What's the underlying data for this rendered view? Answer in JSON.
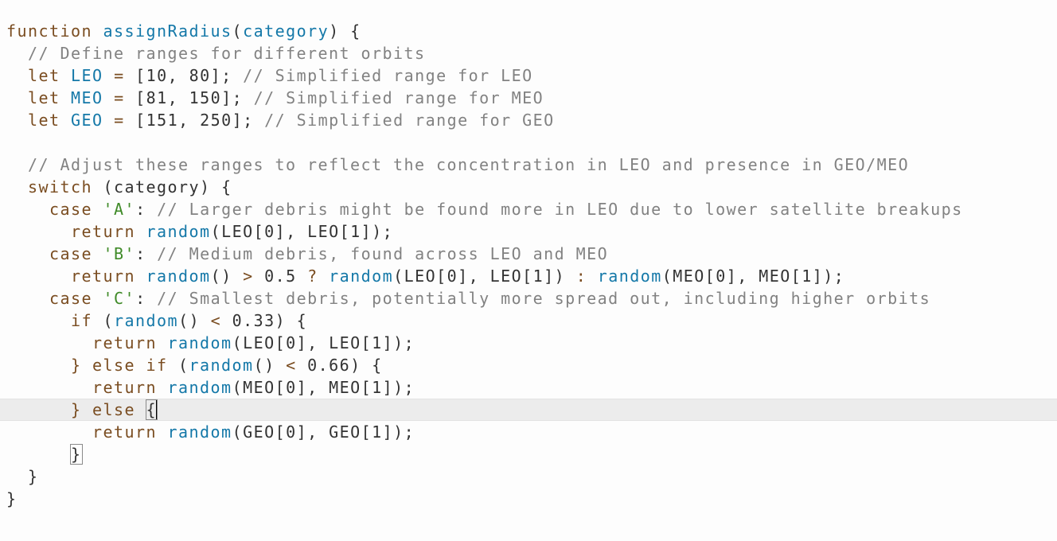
{
  "editor": {
    "colors": {
      "background": "#FDFDFD",
      "activeLine": "#ECECEC",
      "text": "#333333",
      "keyword": "#7A4D21",
      "operator": "#7A4D21",
      "function": "#1478A8",
      "string": "#3F8A28",
      "comment": "#828282",
      "cursor": "#000000",
      "bracketMatch": "#8A8A8A"
    },
    "lines": [
      {
        "segs": [
          {
            "t": "function",
            "c": "k"
          },
          {
            "t": " ",
            "c": "p"
          },
          {
            "t": "assignRadius",
            "c": "d"
          },
          {
            "t": "(",
            "c": "p"
          },
          {
            "t": "category",
            "c": "d"
          },
          {
            "t": ") {",
            "c": "p"
          }
        ]
      },
      {
        "segs": [
          {
            "t": "  ",
            "c": "p"
          },
          {
            "t": "// Define ranges for different orbits",
            "c": "c"
          }
        ]
      },
      {
        "segs": [
          {
            "t": "  ",
            "c": "p"
          },
          {
            "t": "let",
            "c": "k"
          },
          {
            "t": " ",
            "c": "p"
          },
          {
            "t": "LEO",
            "c": "d"
          },
          {
            "t": " ",
            "c": "p"
          },
          {
            "t": "=",
            "c": "o"
          },
          {
            "t": " [10, 80]; ",
            "c": "p"
          },
          {
            "t": "// Simplified range for LEO",
            "c": "c"
          }
        ]
      },
      {
        "segs": [
          {
            "t": "  ",
            "c": "p"
          },
          {
            "t": "let",
            "c": "k"
          },
          {
            "t": " ",
            "c": "p"
          },
          {
            "t": "MEO",
            "c": "d"
          },
          {
            "t": " ",
            "c": "p"
          },
          {
            "t": "=",
            "c": "o"
          },
          {
            "t": " [81, 150]; ",
            "c": "p"
          },
          {
            "t": "// Simplified range for MEO",
            "c": "c"
          }
        ]
      },
      {
        "segs": [
          {
            "t": "  ",
            "c": "p"
          },
          {
            "t": "let",
            "c": "k"
          },
          {
            "t": " ",
            "c": "p"
          },
          {
            "t": "GEO",
            "c": "d"
          },
          {
            "t": " ",
            "c": "p"
          },
          {
            "t": "=",
            "c": "o"
          },
          {
            "t": " [151, 250]; ",
            "c": "p"
          },
          {
            "t": "// Simplified range for GEO",
            "c": "c"
          }
        ]
      },
      {
        "segs": []
      },
      {
        "segs": [
          {
            "t": "  ",
            "c": "p"
          },
          {
            "t": "// Adjust these ranges to reflect the concentration in LEO and presence in GEO/MEO",
            "c": "c"
          }
        ]
      },
      {
        "segs": [
          {
            "t": "  ",
            "c": "p"
          },
          {
            "t": "switch",
            "c": "k"
          },
          {
            "t": " (category) {",
            "c": "p"
          }
        ]
      },
      {
        "segs": [
          {
            "t": "    ",
            "c": "p"
          },
          {
            "t": "case",
            "c": "k"
          },
          {
            "t": " ",
            "c": "p"
          },
          {
            "t": "'A'",
            "c": "s"
          },
          {
            "t": ": ",
            "c": "p"
          },
          {
            "t": "// Larger debris might be found more in LEO due to lower satellite breakups",
            "c": "c"
          }
        ]
      },
      {
        "segs": [
          {
            "t": "      ",
            "c": "p"
          },
          {
            "t": "return",
            "c": "k"
          },
          {
            "t": " ",
            "c": "p"
          },
          {
            "t": "random",
            "c": "d"
          },
          {
            "t": "(LEO[0], LEO[1]);",
            "c": "p"
          }
        ]
      },
      {
        "segs": [
          {
            "t": "    ",
            "c": "p"
          },
          {
            "t": "case",
            "c": "k"
          },
          {
            "t": " ",
            "c": "p"
          },
          {
            "t": "'B'",
            "c": "s"
          },
          {
            "t": ": ",
            "c": "p"
          },
          {
            "t": "// Medium debris, found across LEO and MEO",
            "c": "c"
          }
        ]
      },
      {
        "segs": [
          {
            "t": "      ",
            "c": "p"
          },
          {
            "t": "return",
            "c": "k"
          },
          {
            "t": " ",
            "c": "p"
          },
          {
            "t": "random",
            "c": "d"
          },
          {
            "t": "() ",
            "c": "p"
          },
          {
            "t": ">",
            "c": "o"
          },
          {
            "t": " 0.5 ",
            "c": "p"
          },
          {
            "t": "?",
            "c": "o"
          },
          {
            "t": " ",
            "c": "p"
          },
          {
            "t": "random",
            "c": "d"
          },
          {
            "t": "(LEO[0], LEO[1]) ",
            "c": "p"
          },
          {
            "t": ":",
            "c": "o"
          },
          {
            "t": " ",
            "c": "p"
          },
          {
            "t": "random",
            "c": "d"
          },
          {
            "t": "(MEO[0], MEO[1]);",
            "c": "p"
          }
        ]
      },
      {
        "segs": [
          {
            "t": "    ",
            "c": "p"
          },
          {
            "t": "case",
            "c": "k"
          },
          {
            "t": " ",
            "c": "p"
          },
          {
            "t": "'C'",
            "c": "s"
          },
          {
            "t": ": ",
            "c": "p"
          },
          {
            "t": "// Smallest debris, potentially more spread out, including higher orbits",
            "c": "c"
          }
        ]
      },
      {
        "segs": [
          {
            "t": "      ",
            "c": "p"
          },
          {
            "t": "if",
            "c": "k"
          },
          {
            "t": " (",
            "c": "p"
          },
          {
            "t": "random",
            "c": "d"
          },
          {
            "t": "() ",
            "c": "p"
          },
          {
            "t": "<",
            "c": "o"
          },
          {
            "t": " 0.33) {",
            "c": "p"
          }
        ]
      },
      {
        "segs": [
          {
            "t": "        ",
            "c": "p"
          },
          {
            "t": "return",
            "c": "k"
          },
          {
            "t": " ",
            "c": "p"
          },
          {
            "t": "random",
            "c": "d"
          },
          {
            "t": "(LEO[0], LEO[1]);",
            "c": "p"
          }
        ]
      },
      {
        "segs": [
          {
            "t": "      ",
            "c": "p"
          },
          {
            "t": "} else if",
            "c": "k"
          },
          {
            "t": " (",
            "c": "p"
          },
          {
            "t": "random",
            "c": "d"
          },
          {
            "t": "() ",
            "c": "p"
          },
          {
            "t": "<",
            "c": "o"
          },
          {
            "t": " 0.66) {",
            "c": "p"
          }
        ]
      },
      {
        "segs": [
          {
            "t": "        ",
            "c": "p"
          },
          {
            "t": "return",
            "c": "k"
          },
          {
            "t": " ",
            "c": "p"
          },
          {
            "t": "random",
            "c": "d"
          },
          {
            "t": "(MEO[0], MEO[1]);",
            "c": "p"
          }
        ]
      },
      {
        "active": true,
        "segs": [
          {
            "t": "      ",
            "c": "p"
          },
          {
            "t": "} else",
            "c": "k"
          },
          {
            "t": " ",
            "c": "p"
          },
          {
            "t": "{",
            "c": "p",
            "box": true
          },
          {
            "cursor": true
          }
        ]
      },
      {
        "segs": [
          {
            "t": "        ",
            "c": "p"
          },
          {
            "t": "return",
            "c": "k"
          },
          {
            "t": " ",
            "c": "p"
          },
          {
            "t": "random",
            "c": "d"
          },
          {
            "t": "(GEO[0], GEO[1]);",
            "c": "p"
          }
        ]
      },
      {
        "segs": [
          {
            "t": "      ",
            "c": "p"
          },
          {
            "t": "}",
            "c": "p",
            "box": true
          }
        ]
      },
      {
        "segs": [
          {
            "t": "  }",
            "c": "p"
          }
        ]
      },
      {
        "segs": [
          {
            "t": "}",
            "c": "p"
          }
        ]
      }
    ]
  }
}
